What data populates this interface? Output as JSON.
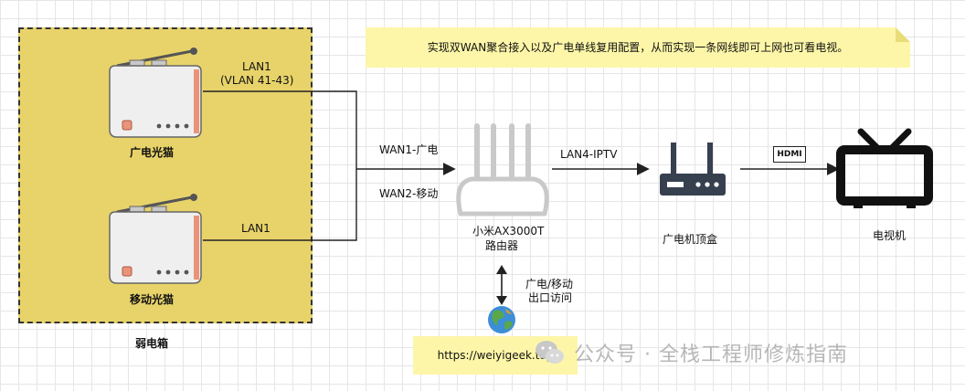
{
  "note": "实现双WAN聚合接入以及广电单线复用配置，从而实现一条网线即可上网也可看电视。",
  "weak_box": {
    "label": "弱电箱"
  },
  "modem1": {
    "label": "广电光猫",
    "link_label_1": "LAN1",
    "link_label_2": "(VLAN 41-43)"
  },
  "modem2": {
    "label": "移动光猫",
    "link_label": "LAN1"
  },
  "router": {
    "name": "小米AX3000T",
    "subtitle": "路由器",
    "wan1": "WAN1-广电",
    "wan2": "WAN2-移动"
  },
  "settop": {
    "label": "广电机顶盒",
    "link_label": "LAN4-IPTV"
  },
  "tv": {
    "label": "电视机",
    "link_label": "HDMI"
  },
  "internet": {
    "line1": "广电/移动",
    "line2": "出口访问"
  },
  "url": "https://weiyigeek.top",
  "watermark": "公众号 · 全栈工程师修炼指南",
  "colors": {
    "box": "#e8d36a",
    "note": "#fdf6a8",
    "device": "#37404f",
    "modem_accent": "#e8947a"
  }
}
